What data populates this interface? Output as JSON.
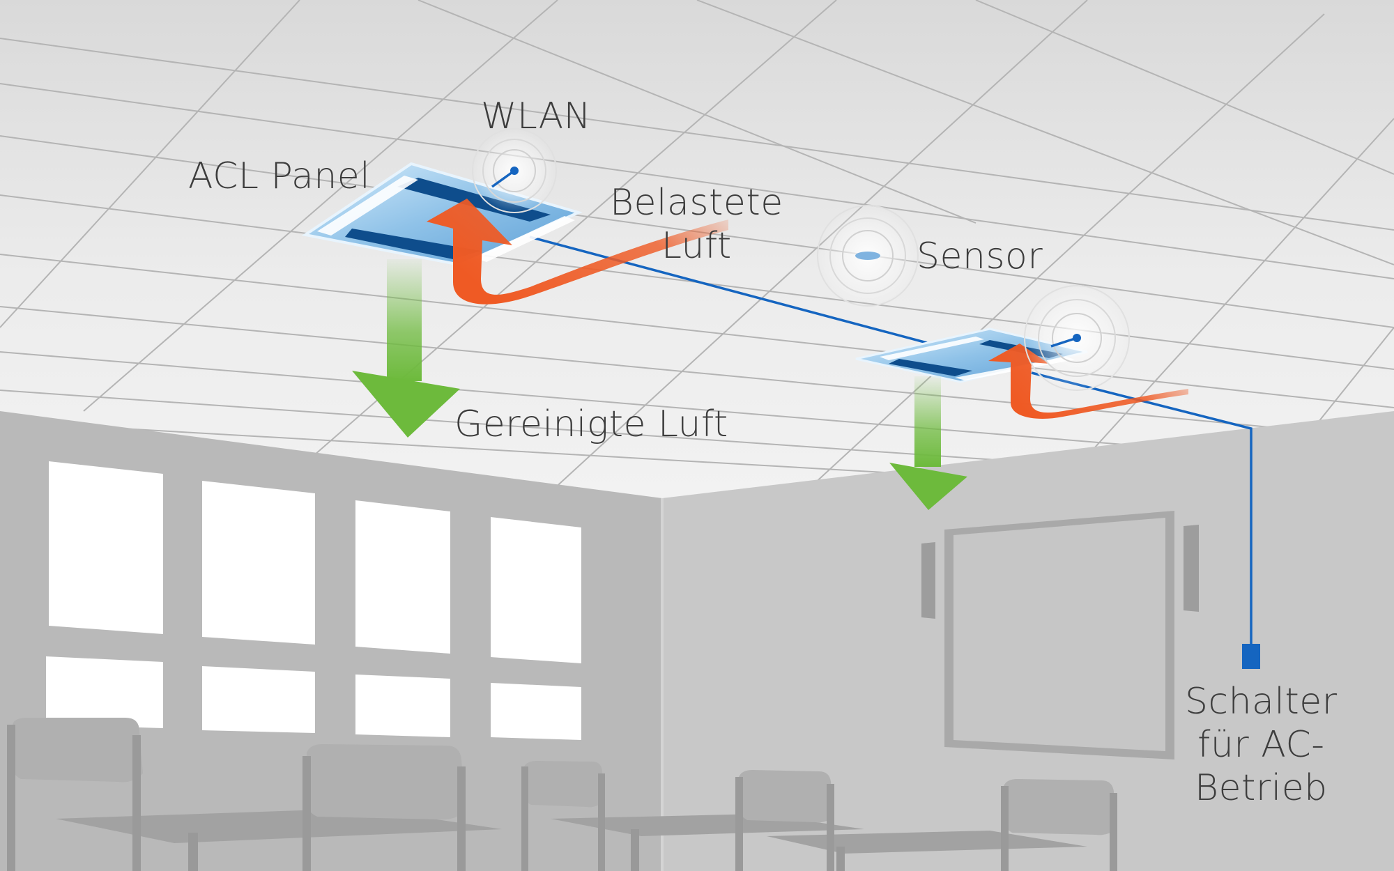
{
  "labels": {
    "wlan": "WLAN",
    "acl_panel": "ACL Panel",
    "belastete_luft": [
      "Belastete",
      "Luft"
    ],
    "sensor": "Sensor",
    "gereinigte_luft": "Gereinigte Luft",
    "schalter": [
      "Schalter",
      "für AC-",
      "Betrieb"
    ]
  },
  "colors": {
    "ceiling": "#e6e6e6",
    "ceiling_grid": "#b4b4b4",
    "wall_left": "#b9b9b9",
    "wall_back": "#c8c8c8",
    "window": "#ffffff",
    "panel_light": "#bfe0f7",
    "panel_dark": "#0e4d8c",
    "wiring": "#1565c0",
    "polluted_air": "#ef5a24",
    "clean_air": "#6dba3c",
    "label_text": "#3d3d3d"
  },
  "icons": [
    "wlan-signal-icon",
    "sensor-signal-icon",
    "switch-icon"
  ]
}
